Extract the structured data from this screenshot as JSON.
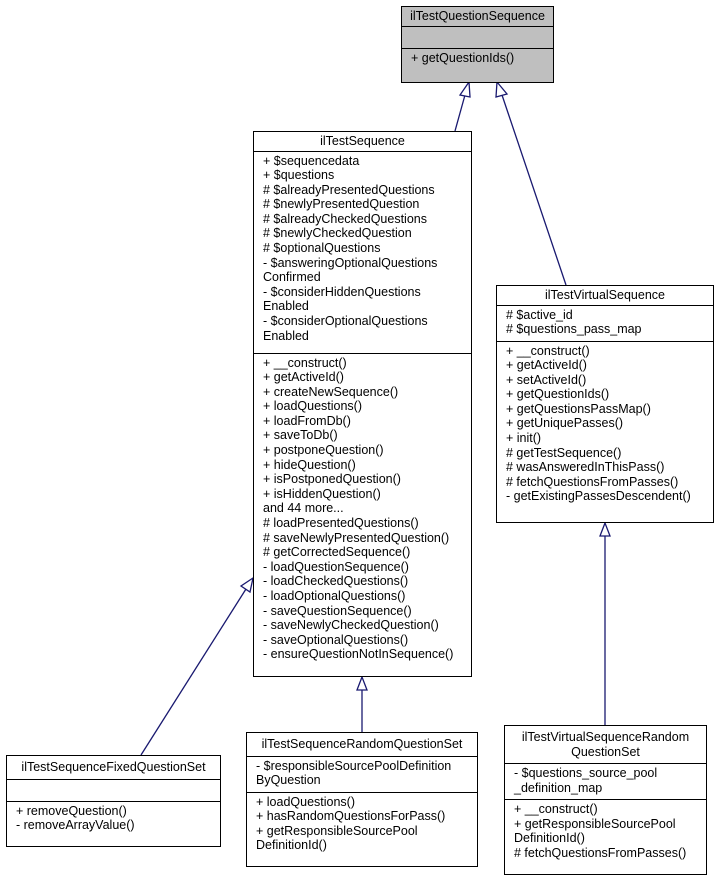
{
  "classes": {
    "qseq": {
      "name": "ilTestQuestionSequence",
      "attributes": [],
      "methods": [
        "+ getQuestionIds()"
      ]
    },
    "seq": {
      "name": "ilTestSequence",
      "attributes": [
        "+ $sequencedata",
        "+ $questions",
        "# $alreadyPresentedQuestions",
        "# $newlyPresentedQuestion",
        "# $alreadyCheckedQuestions",
        "# $newlyCheckedQuestion",
        "# $optionalQuestions",
        "- $answeringOptionalQuestions",
        "Confirmed",
        "- $considerHiddenQuestions",
        "Enabled",
        "- $considerOptionalQuestions",
        "Enabled"
      ],
      "methods": [
        "+ __construct()",
        "+ getActiveId()",
        "+ createNewSequence()",
        "+ loadQuestions()",
        "+ loadFromDb()",
        "+ saveToDb()",
        "+ postponeQuestion()",
        "+ hideQuestion()",
        "+ isPostponedQuestion()",
        "+ isHiddenQuestion()",
        "and 44 more...",
        "# loadPresentedQuestions()",
        "# saveNewlyPresentedQuestion()",
        "# getCorrectedSequence()",
        "- loadQuestionSequence()",
        "- loadCheckedQuestions()",
        "- loadOptionalQuestions()",
        "- saveQuestionSequence()",
        "- saveNewlyCheckedQuestion()",
        "- saveOptionalQuestions()",
        "- ensureQuestionNotInSequence()"
      ]
    },
    "vseq": {
      "name": "ilTestVirtualSequence",
      "attributes": [
        "# $active_id",
        "# $questions_pass_map"
      ],
      "methods": [
        "+ __construct()",
        "+ getActiveId()",
        "+ setActiveId()",
        "+ getQuestionIds()",
        "+ getQuestionsPassMap()",
        "+ getUniquePasses()",
        "+ init()",
        "# getTestSequence()",
        "# wasAnsweredInThisPass()",
        "# fetchQuestionsFromPasses()",
        "- getExistingPassesDescendent()"
      ]
    },
    "fixed": {
      "name": "ilTestSequenceFixedQuestionSet",
      "attributes": [],
      "methods": [
        "+ removeQuestion()",
        "- removeArrayValue()"
      ]
    },
    "random": {
      "name": "ilTestSequenceRandomQuestionSet",
      "attributes": [
        "- $responsibleSourcePoolDefinition",
        "ByQuestion"
      ],
      "methods": [
        "+ loadQuestions()",
        "+ hasRandomQuestionsForPass()",
        "+ getResponsibleSourcePool",
        "DefinitionId()"
      ]
    },
    "vrandom": {
      "name": [
        "ilTestVirtualSequenceRandom",
        "QuestionSet"
      ],
      "attributes": [
        "- $questions_source_pool",
        "_definition_map"
      ],
      "methods": [
        "+ __construct()",
        "+ getResponsibleSourcePool",
        "DefinitionId()",
        "# fetchQuestionsFromPasses()"
      ]
    }
  },
  "colors": {
    "edge": "#191970",
    "highlight_fill": "#bfbfbf"
  }
}
